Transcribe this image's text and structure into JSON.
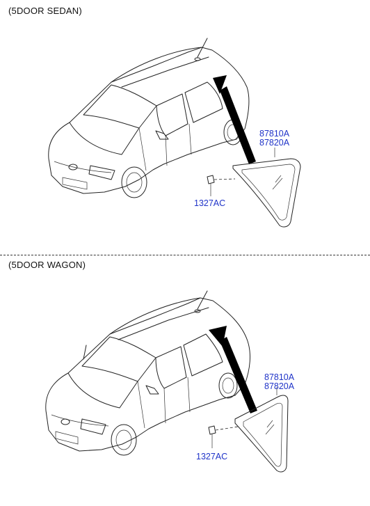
{
  "sections": [
    {
      "title": "(5DOOR SEDAN)",
      "parts": {
        "glass_a": "87810A",
        "glass_b": "87820A",
        "clip": "1327AC"
      }
    },
    {
      "title": "(5DOOR WAGON)",
      "parts": {
        "glass_a": "87810A",
        "glass_b": "87820A",
        "clip": "1327AC"
      }
    }
  ],
  "colors": {
    "callout": "#1f33c8",
    "line": "#222222"
  }
}
